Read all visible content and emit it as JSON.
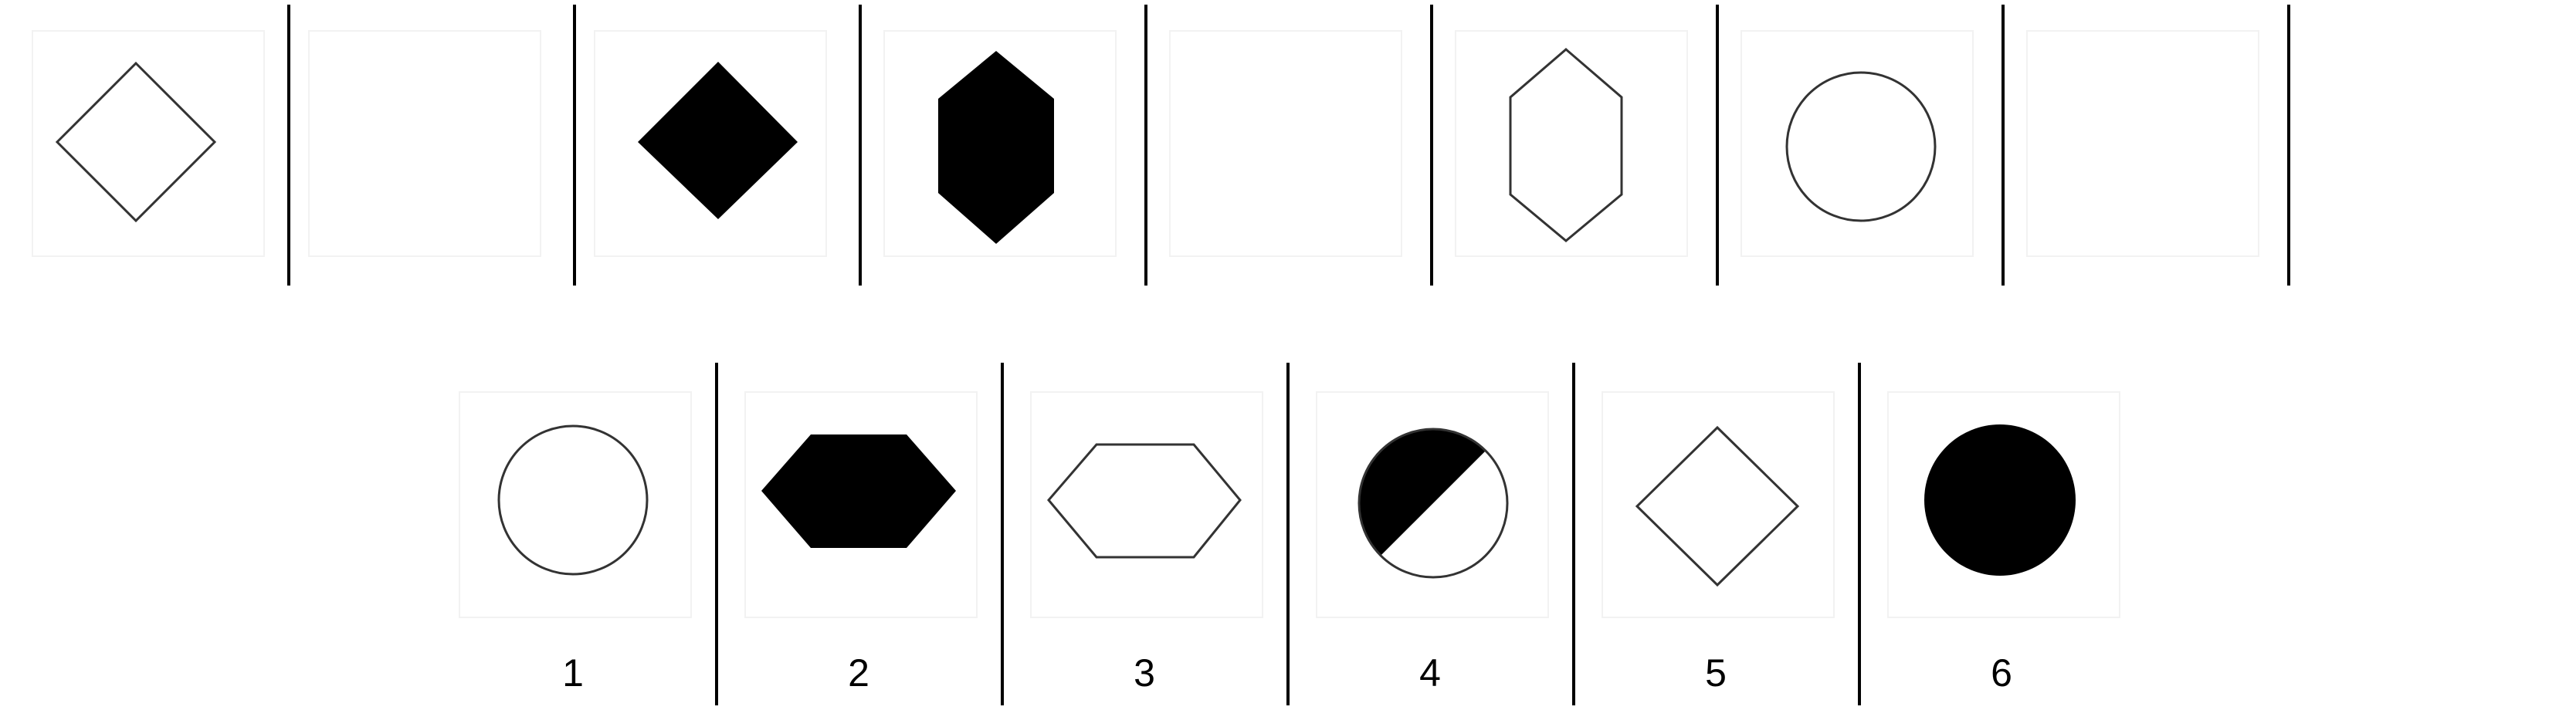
{
  "puzzle_row": {
    "cells": [
      {
        "shape": "diamond",
        "fill": "outline"
      },
      {
        "shape": "empty",
        "fill": "none"
      },
      {
        "shape": "diamond",
        "fill": "solid"
      },
      {
        "shape": "vertical-hexagon",
        "fill": "solid"
      },
      {
        "shape": "empty",
        "fill": "none"
      },
      {
        "shape": "vertical-hexagon",
        "fill": "outline"
      },
      {
        "shape": "circle",
        "fill": "outline"
      },
      {
        "shape": "empty",
        "fill": "none"
      }
    ]
  },
  "answer_options": [
    {
      "label": "1",
      "shape": "circle",
      "fill": "outline"
    },
    {
      "label": "2",
      "shape": "horizontal-hexagon",
      "fill": "solid"
    },
    {
      "label": "3",
      "shape": "horizontal-hexagon",
      "fill": "outline"
    },
    {
      "label": "4",
      "shape": "circle",
      "fill": "half-diagonal"
    },
    {
      "label": "5",
      "shape": "diamond",
      "fill": "outline"
    },
    {
      "label": "6",
      "shape": "circle",
      "fill": "solid"
    }
  ],
  "colors": {
    "ink": "#000000",
    "outline": "#333333",
    "background": "#ffffff",
    "faint_frame": "#f2f2f2"
  }
}
